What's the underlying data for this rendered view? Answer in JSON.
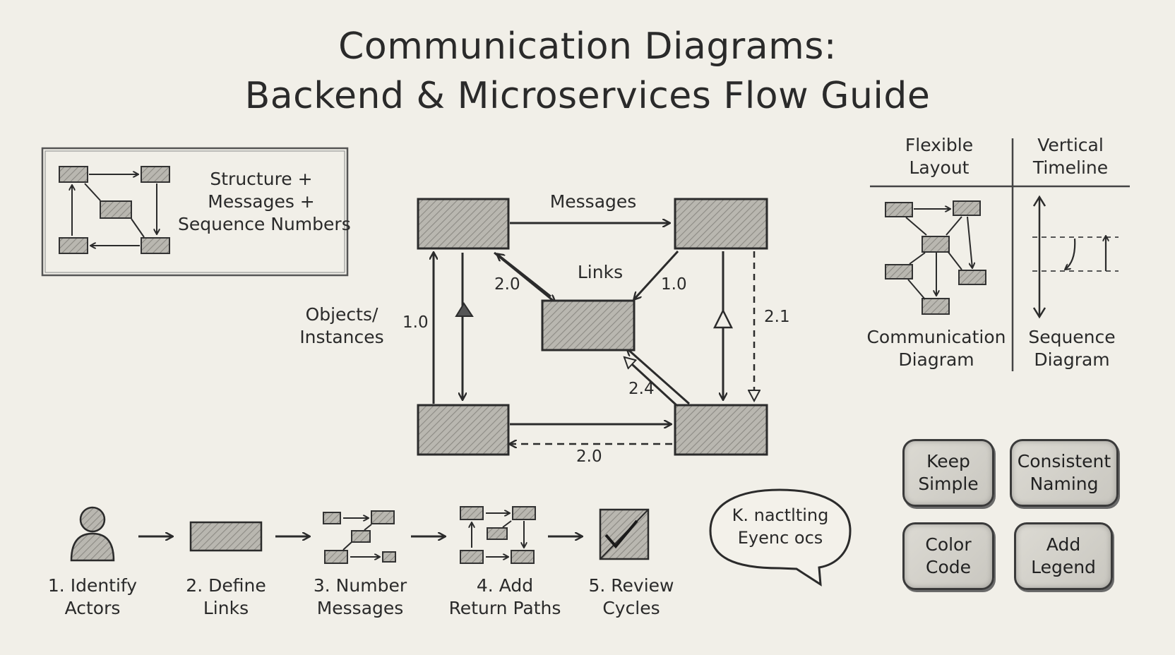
{
  "title_line1": "Communication Diagrams:",
  "title_line2": "Backend & Microservices Flow Guide",
  "legend_box": {
    "line1": "Structure +",
    "line2": "Messages +",
    "line3": "Sequence Numbers"
  },
  "main_diagram": {
    "messages_label": "Messages",
    "links_label": "Links",
    "objects_line1": "Objects/",
    "objects_line2": "Instances",
    "seq_left_outer": "1.0",
    "seq_top_left_diag": "2.0",
    "seq_top_right_diag": "1.0",
    "seq_right_dashed": "2.1",
    "seq_bottom_diag": "2.4",
    "seq_bottom_return": "2.0"
  },
  "comparison": {
    "col1_header_line1": "Flexible",
    "col1_header_line2": "Layout",
    "col2_header_line1": "Vertical",
    "col2_header_line2": "Timeline",
    "col1_caption_line1": "Communication",
    "col1_caption_line2": "Diagram",
    "col2_caption_line1": "Sequence",
    "col2_caption_line2": "Diagram"
  },
  "steps": [
    {
      "line1": "1. Identify",
      "line2": "Actors",
      "icon": "person-icon"
    },
    {
      "line1": "2. Define",
      "line2": "Links",
      "icon": "box-icon"
    },
    {
      "line1": "3. Number",
      "line2": "Messages",
      "icon": "numbered-boxes-icon"
    },
    {
      "line1": "4. Add",
      "line2": "Return Paths",
      "icon": "return-paths-icon"
    },
    {
      "line1": "5. Review",
      "line2": "Cycles",
      "icon": "checkmark-icon"
    }
  ],
  "speech_bubble": {
    "line1": "K. nactlting",
    "line2": "Eyenc ocs"
  },
  "tips": [
    {
      "line1": "Keep",
      "line2": "Simple"
    },
    {
      "line1": "Consistent",
      "line2": "Naming"
    },
    {
      "line1": "Color",
      "line2": "Code"
    },
    {
      "line1": "Add",
      "line2": "Legend"
    }
  ],
  "colors": {
    "background": "#f1efe8",
    "ink": "#2b2b2b",
    "box_fill": "#bdbbb4"
  }
}
